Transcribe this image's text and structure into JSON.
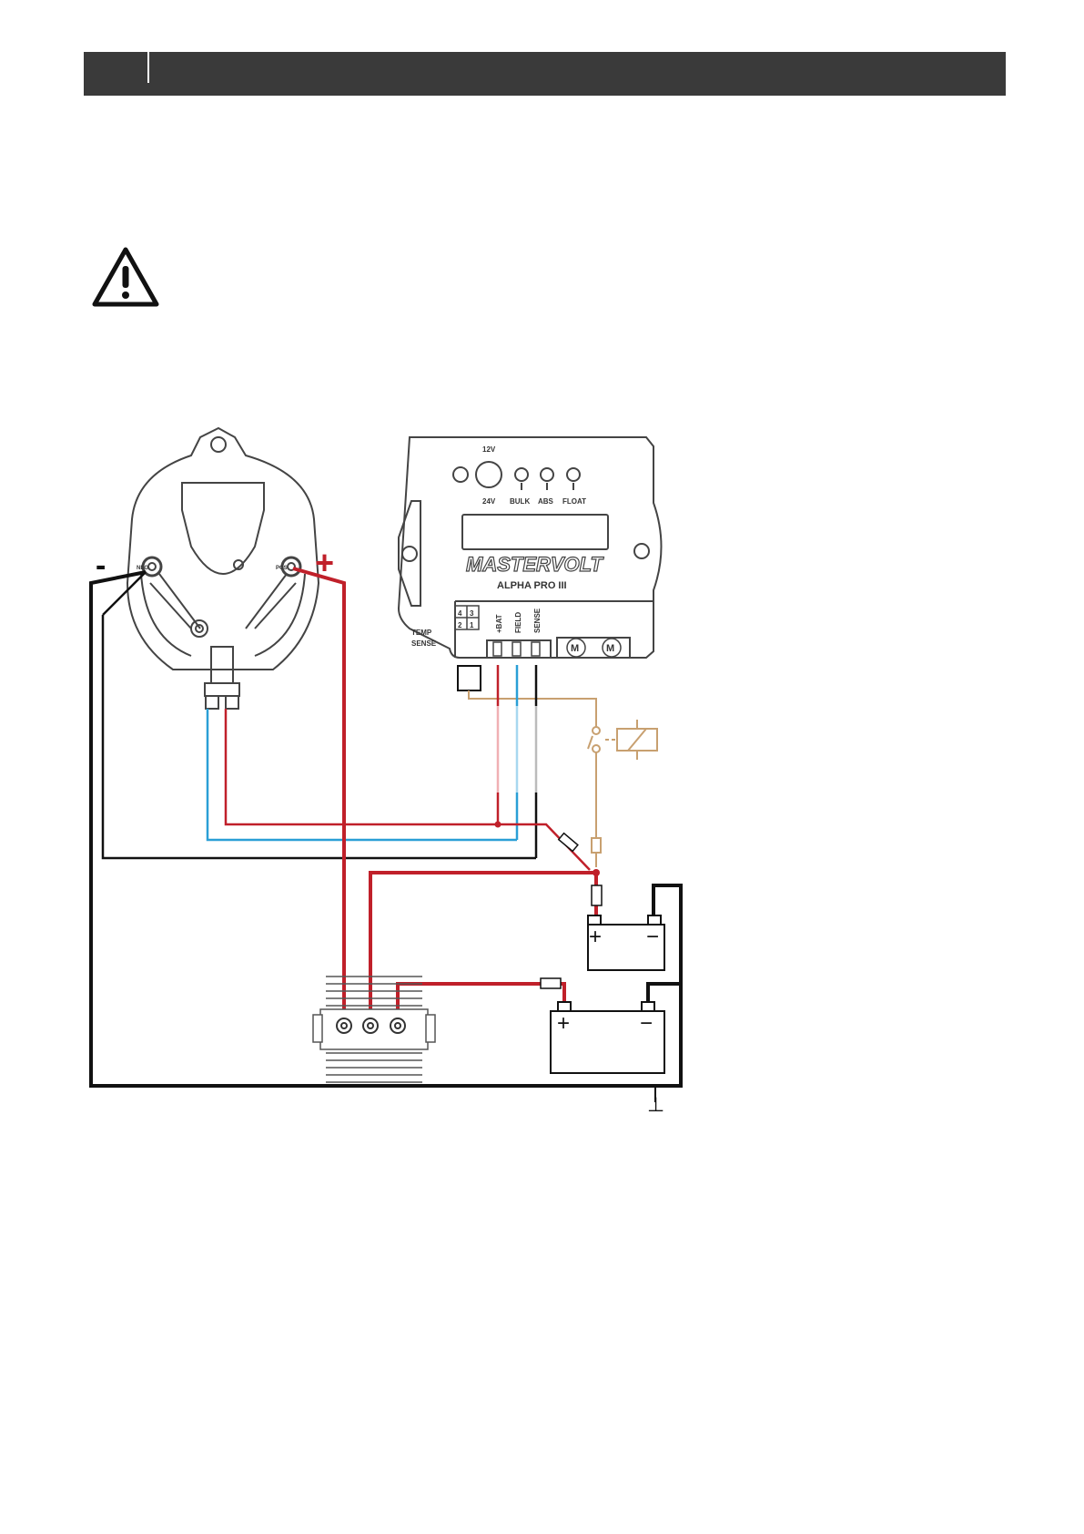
{
  "header": {
    "title": ""
  },
  "colors": {
    "header_bg": "#3a3a3a",
    "positive": "#c0202a",
    "negative": "#111111",
    "field": "#2a9fd6",
    "relay": "#c8a070",
    "outline": "#444444"
  },
  "icons": {
    "warning": "warning-triangle-icon"
  },
  "alternator": {
    "minus_label": "-",
    "plus_label": "+",
    "neg_terminal": "NEG",
    "pos_terminal": "POS"
  },
  "regulator": {
    "brand": "MASTERVOLT",
    "model": "ALPHA PRO III",
    "voltage_12": "12V",
    "voltage_24": "24V",
    "leds": [
      "BULK",
      "ABS",
      "FLOAT"
    ],
    "terminals": [
      "+BAT",
      "FIELD",
      "SENSE"
    ],
    "temp_sense": [
      "TEMP",
      "SENSE"
    ],
    "jumper_pins": [
      "4",
      "3",
      "2",
      "1"
    ],
    "mount_symbol": "M"
  },
  "batteries": {
    "plus": "+",
    "minus": "−"
  },
  "ground_symbol": "⊥"
}
